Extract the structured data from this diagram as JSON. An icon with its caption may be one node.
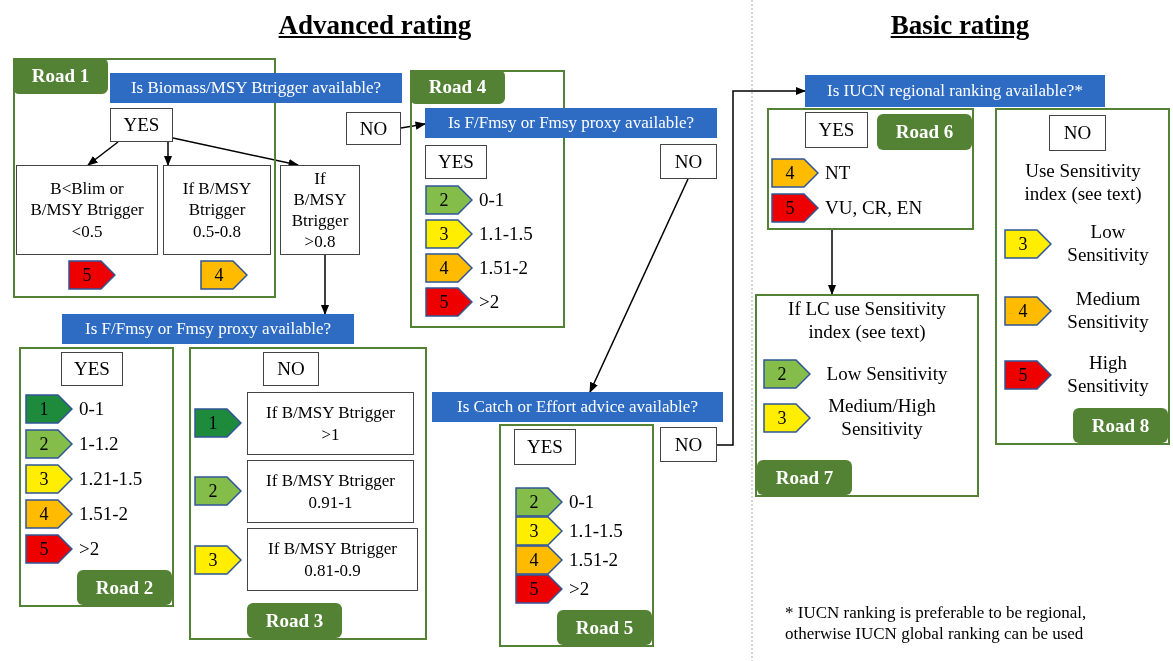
{
  "diagram": {
    "nodes": [
      {
        "text": [
          "Road 1"
        ]
      },
      {
        "text": [
          "Is Biomass/MSY Btrigger available?"
        ]
      },
      {
        "text": [
          "YES"
        ],
        "in": 0
      },
      {
        "text": [
          "B<Blim or B/MSY Btrigger <0.5"
        ],
        "in": 0
      },
      {
        "text": [
          "If B/MSY Btrigger 0.5-0.8"
        ],
        "in": 0
      },
      {
        "text": [
          "If B/MSY Btrigger >0.8"
        ]
      },
      {
        "text": [
          "5"
        ],
        "in": 0
      },
      {
        "text": [
          "4"
        ],
        "in": 0
      },
      {
        "text": [
          "NO"
        ]
      },
      {
        "text": [
          "Road 4"
        ]
      },
      {
        "text": [
          "Is F/Fmsy or Fmsy proxy available?"
        ]
      },
      {
        "text": [
          "YES"
        ],
        "in": 9
      },
      {
        "text": [
          "NO"
        ]
      },
      {
        "text": [
          "2"
        ],
        "in": 9,
        "beside": [
          "0-1"
        ]
      },
      {
        "text": [
          "3"
        ],
        "in": 9,
        "beside": [
          "1.1-1.5"
        ]
      },
      {
        "text": [
          "4"
        ],
        "in": 9,
        "beside": [
          "1.51-2"
        ]
      },
      {
        "text": [
          "5"
        ],
        "in": 9,
        "beside": [
          ">2"
        ]
      },
      {
        "text": [
          "Is F/Fmsy or Fmsy proxy available?"
        ]
      },
      {
        "text": [
          "Road 2"
        ]
      },
      {
        "text": [
          "YES"
        ],
        "in": 18
      },
      {
        "text": [
          "1"
        ],
        "in": 18,
        "beside": [
          "0-1"
        ]
      },
      {
        "text": [
          "2"
        ],
        "in": 18,
        "beside": [
          "1-1.2"
        ]
      },
      {
        "text": [
          "3"
        ],
        "in": 18,
        "beside": [
          "1.21-1.5"
        ]
      },
      {
        "text": [
          "4"
        ],
        "in": 18,
        "beside": [
          "1.51-2"
        ]
      },
      {
        "text": [
          "5"
        ],
        "in": 18,
        "beside": [
          ">2"
        ]
      },
      {
        "text": [
          "Road 3"
        ]
      },
      {
        "text": [
          "NO"
        ],
        "in": 25
      },
      {
        "text": [
          "1"
        ],
        "in": 25
      },
      {
        "text": [
          "If B/MSY Btrigger >1"
        ],
        "in": 25
      },
      {
        "text": [
          "2"
        ],
        "in": 25
      },
      {
        "text": [
          "If B/MSY Btrigger 0.91-1"
        ],
        "in": 25
      },
      {
        "text": [
          "3"
        ],
        "in": 25
      },
      {
        "text": [
          "If B/MSY Btrigger 0.81-0.9"
        ],
        "in": 25
      },
      {
        "text": [
          "Is Catch or Effort advice available?"
        ]
      },
      {
        "text": [
          "Road 5"
        ]
      },
      {
        "text": [
          "YES"
        ],
        "in": 34
      },
      {
        "text": [
          "2"
        ],
        "in": 34,
        "beside": [
          "0-1"
        ]
      },
      {
        "text": [
          "3"
        ],
        "in": 34,
        "beside": [
          "1.1-1.5"
        ]
      },
      {
        "text": [
          "4"
        ],
        "in": 34,
        "beside": [
          "1.51-2"
        ]
      },
      {
        "text": [
          "5"
        ],
        "in": 34,
        "beside": [
          ">2"
        ]
      },
      {
        "text": [
          "NO"
        ]
      },
      {
        "text": [
          "Is IUCN regional ranking available?*"
        ]
      },
      {
        "text": [
          "Road 6"
        ]
      },
      {
        "text": [
          "YES"
        ],
        "in": 42
      },
      {
        "text": [
          "4"
        ],
        "in": 42,
        "beside": [
          "NT"
        ]
      },
      {
        "text": [
          "5"
        ],
        "in": 42,
        "beside": [
          "VU, CR, EN"
        ]
      },
      {
        "text": [
          "If LC use Sensitivity index (see text)",
          "Road 7"
        ]
      },
      {
        "text": [
          "2"
        ],
        "in": 46,
        "beside": [
          "Low Sensitivity"
        ]
      },
      {
        "text": [
          "3"
        ],
        "in": 46,
        "beside": [
          "Medium/High Sensitivity"
        ]
      },
      {
        "text": [
          "Use Sensitivity index (see text)",
          "Road 8"
        ]
      },
      {
        "text": [
          "NO"
        ],
        "in": 49
      },
      {
        "text": [
          "3"
        ],
        "in": 49,
        "beside": [
          "Low Sensitivity"
        ]
      },
      {
        "text": [
          "4"
        ],
        "in": 49,
        "beside": [
          "Medium Sensitivity"
        ]
      },
      {
        "text": [
          "5"
        ],
        "in": 49,
        "beside": [
          "High Sensitivity"
        ]
      }
    ],
    "edges": [
      {
        "from": 2,
        "to": 3,
        "arrow": "to"
      },
      {
        "from": 2,
        "to": 4,
        "arrow": "to"
      },
      {
        "from": 2,
        "to": 5,
        "arrow": "to"
      },
      {
        "from": 8,
        "to": 10,
        "arrow": "to"
      },
      {
        "from": 5,
        "to": 17,
        "arrow": "to"
      },
      {
        "from": 12,
        "to": 33,
        "arrow": "to"
      },
      {
        "from": 40,
        "to": 41,
        "arrow": "to"
      },
      {
        "from": 42,
        "to": 46,
        "arrow": "to"
      }
    ],
    "labels": [
      "Advanced rating",
      "Basic rating",
      "* IUCN ranking is preferable to be regional, otherwise IUCN global ranking can be used"
    ]
  }
}
